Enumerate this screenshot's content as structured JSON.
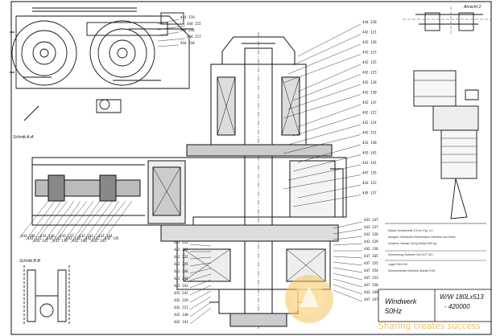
{
  "drawing": {
    "title_block": {
      "name_line1": "Windwerk",
      "name_line2": "50Hz",
      "code_line1": "W/W 180Lx513",
      "code_line2": "- 420000"
    },
    "section_labels": {
      "section_a": "Schnitt A-A",
      "section_b": "Schnitt B-B",
      "view_top_right": "Ansicht 2"
    },
    "top_callouts": [
      "444 219",
      "444 215",
      "444 216",
      "444 217",
      "444 218"
    ],
    "right_callouts": [
      "444 218",
      "442 121",
      "442 126",
      "442 127",
      "442 125",
      "442 123",
      "442 128",
      "442 130",
      "442 137",
      "442 122",
      "442 124",
      "443 331",
      "443 138",
      "443 142",
      "443 141",
      "447 135",
      "443 122",
      "445 137"
    ],
    "left_callouts": [
      "443 186",
      "443 121",
      "443 145",
      "443 148",
      "443 141",
      "442 139",
      "442 137",
      "442 138",
      "442 140",
      "442 141",
      "442 142",
      "442 143",
      "442 144",
      "442 145"
    ],
    "bottom_callouts": [
      "442 211",
      "442 231",
      "442 232",
      "442 245",
      "442 246",
      "442 244",
      "442 243",
      "442 242",
      "442 220",
      "442 221",
      "442 140",
      "442 141"
    ],
    "lower_right_callouts": [
      "442 147",
      "442 137",
      "442 138",
      "442 139",
      "442 136",
      "447 165",
      "447 155",
      "447 154",
      "447 153",
      "447 150",
      "442 149",
      "447 147"
    ],
    "notes": [
      "Masse  Schwerkraft 2,5 t/m  Fig. 1:2",
      "Anlagen: Windwerk-Rahmenbau Getriebe und Motor",
      "Gewicht: Vorsatz 45 kg  Mutter 500 kg",
      "Schmierung  Getriebe  Oel  CLP 220",
      "Lager  Fett  K2K",
      "Schmierstellen  Getriebe Abtrieb  Fett"
    ],
    "watermark": "Sharing creates success"
  },
  "colors": {
    "line": "#111111",
    "watermark": "#f0b54a"
  }
}
